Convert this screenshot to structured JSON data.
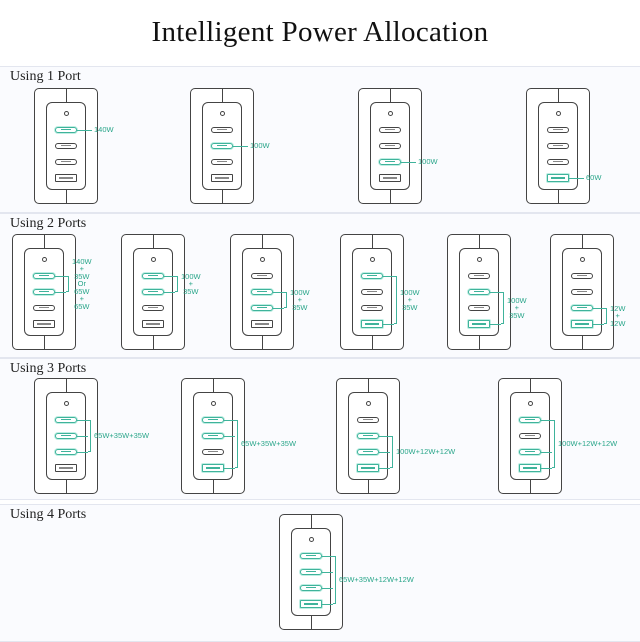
{
  "title": "Intelligent Power Allocation",
  "colors": {
    "accent": "#3fb39b",
    "outline": "#444444"
  },
  "sections": [
    {
      "label": "Using 1 Port",
      "configs": [
        {
          "active": [
            0
          ],
          "text": [
            "140W"
          ]
        },
        {
          "active": [
            1
          ],
          "text": [
            "100W"
          ]
        },
        {
          "active": [
            2
          ],
          "text": [
            "100W"
          ]
        },
        {
          "active": [
            3
          ],
          "text": [
            "60W"
          ]
        }
      ]
    },
    {
      "label": "Using 2 Ports",
      "configs": [
        {
          "active": [
            0,
            1
          ],
          "text": [
            "140W",
            "+",
            "35W",
            "Or",
            "65W",
            "+",
            "65W"
          ]
        },
        {
          "active": [
            0,
            1
          ],
          "text": [
            "100W",
            "+",
            "35W"
          ]
        },
        {
          "active": [
            1,
            2
          ],
          "text": [
            "100W",
            "+",
            "35W"
          ]
        },
        {
          "active": [
            0,
            3
          ],
          "text": [
            "100W",
            "+",
            "35W"
          ]
        },
        {
          "active": [
            1,
            3
          ],
          "text": [
            "100W",
            "+",
            "35W"
          ]
        },
        {
          "active": [
            2,
            3
          ],
          "text": [
            "12W",
            "+",
            "12W"
          ]
        }
      ]
    },
    {
      "label": "Using 3 Ports",
      "configs": [
        {
          "active": [
            0,
            1,
            2
          ],
          "text": [
            "65W+35W+35W"
          ]
        },
        {
          "active": [
            0,
            1,
            3
          ],
          "text": [
            "65W+35W+35W"
          ]
        },
        {
          "active": [
            1,
            2,
            3
          ],
          "text": [
            "100W+12W+12W"
          ]
        },
        {
          "active": [
            0,
            2,
            3
          ],
          "text": [
            "100W+12W+12W"
          ]
        }
      ]
    },
    {
      "label": "Using 4 Ports",
      "configs": [
        {
          "active": [
            0,
            1,
            2,
            3
          ],
          "text": [
            "65W+35W+12W+12W"
          ]
        }
      ]
    }
  ]
}
